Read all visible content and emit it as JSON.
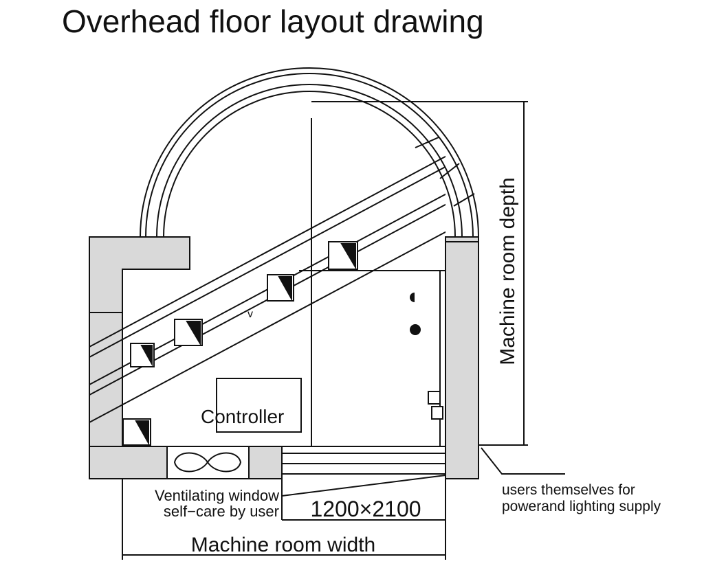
{
  "title": "Overhead floor layout drawing",
  "labels": {
    "controller": "Controller",
    "depth": "Machine room depth",
    "width": "Machine room width",
    "door_size": "1200×2100",
    "vent_line1": "Ventilating window",
    "vent_line2": "self−care by user",
    "power_line1": "users themselves for",
    "power_line2": "powerand lighting supply",
    "small_mark": "v"
  },
  "colors": {
    "line": "#111111",
    "wall_fill": "#d9d9d9",
    "background": "#ffffff"
  }
}
